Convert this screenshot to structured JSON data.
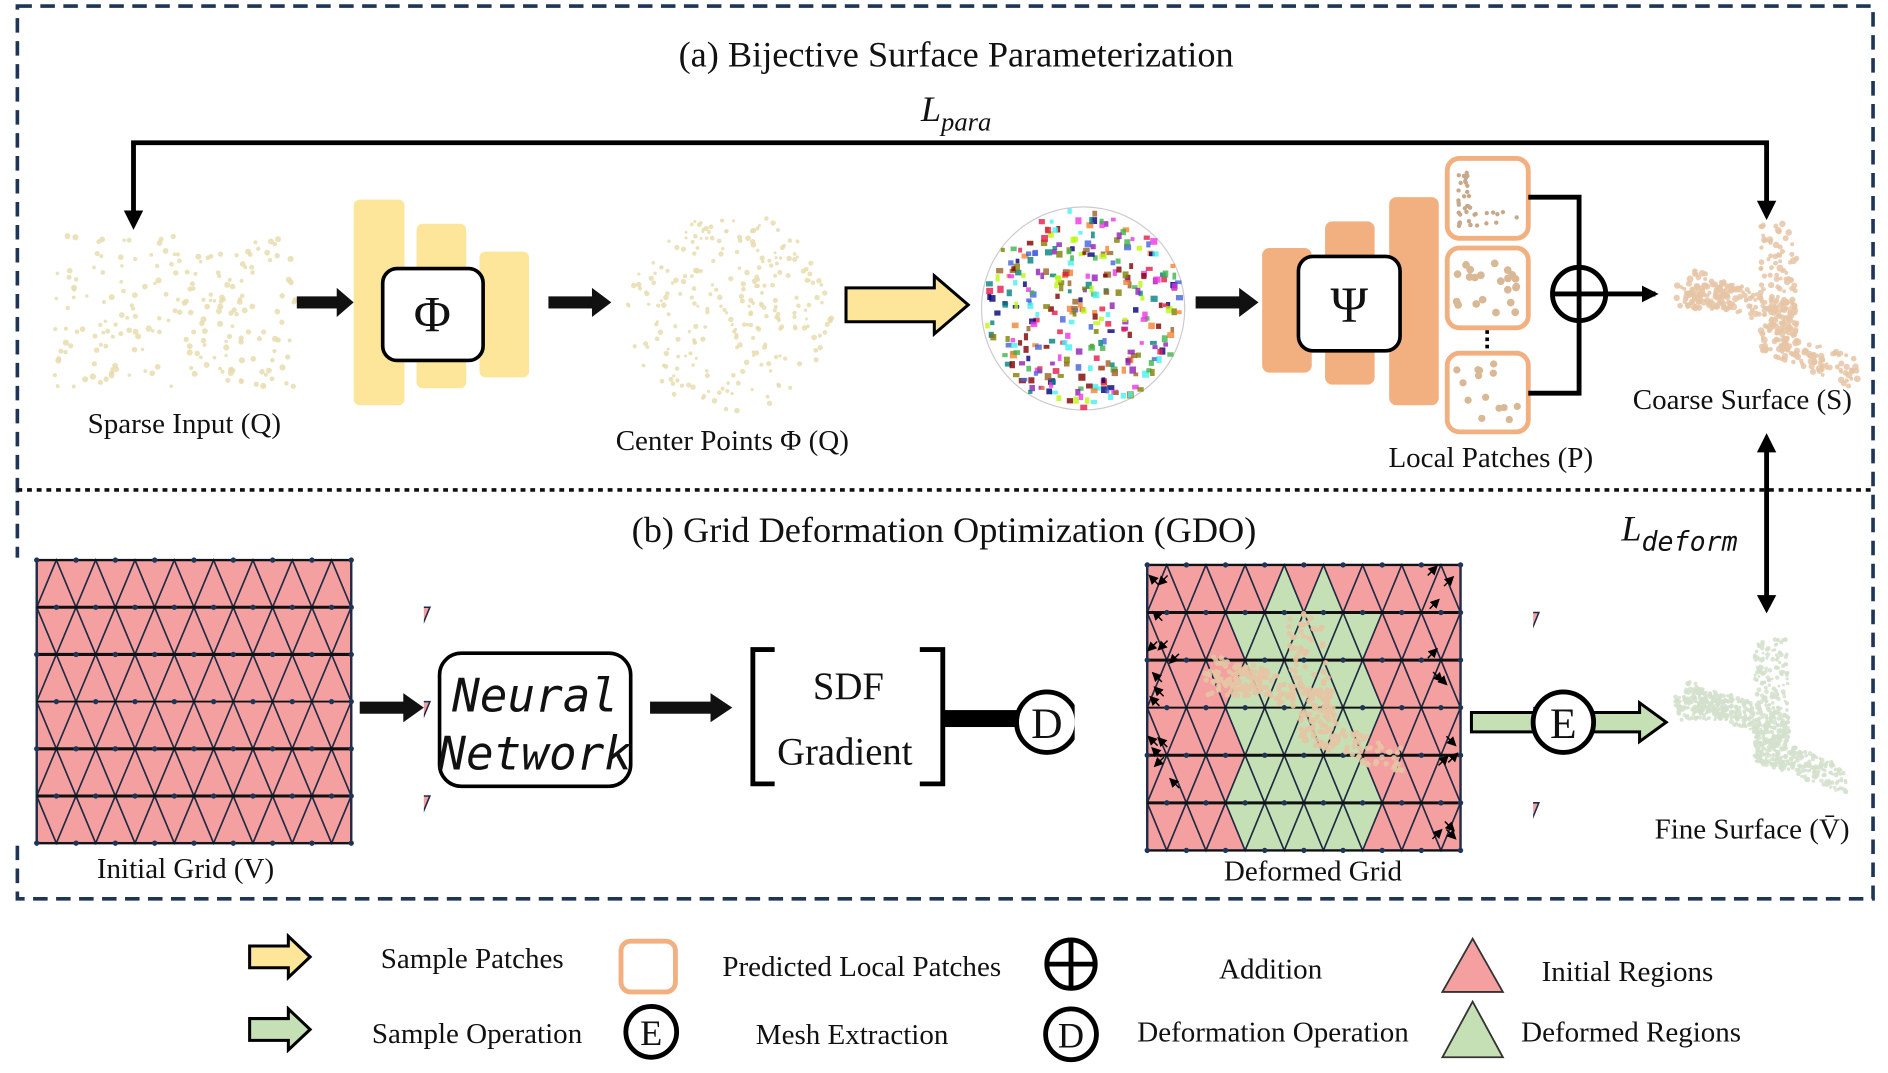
{
  "section_a": {
    "title": "(a) Bijective Surface Parameterization",
    "loss_label": "L",
    "loss_sub": "para",
    "sparse_input_label": "Sparse Input (Q)",
    "encoder_symbol": "Φ",
    "center_points_label": "Center Points Φ (Q)",
    "decoder_symbol": "Ψ",
    "local_patches_label": "Local Patches (P)",
    "coarse_surface_label": "Coarse Surface (S)"
  },
  "section_b": {
    "title": "(b) Grid Deformation Optimization  (GDO)",
    "loss_label": "L",
    "loss_sub": "deform",
    "initial_grid_label": "Initial Grid (V)",
    "network_line1": "Neural",
    "network_line2": "Network",
    "sdf_line1": "SDF",
    "sdf_line2": "Gradient",
    "deform_symbol": "D",
    "deformed_grid_label": "Deformed Grid",
    "extract_symbol": "E",
    "fine_surface_label": "Fine Surface (V̄)"
  },
  "legend": {
    "sample_patches": "Sample Patches",
    "predicted_local_patches": "Predicted Local Patches",
    "addition": "Addition",
    "initial_regions": "Initial Regions",
    "sample_operation": "Sample Operation",
    "mesh_extraction_symbol": "E",
    "mesh_extraction": "Mesh Extraction",
    "deformation_symbol": "D",
    "deformation_operation": "Deformation Operation",
    "deformed_regions": "Deformed Regions"
  },
  "colors": {
    "border": "#1f3557",
    "encoder": "#fde59a",
    "decoder": "#f2b081",
    "patch_border": "#f2b081",
    "initial_region": "#f5a0a0",
    "deformed_region": "#c5e0b4",
    "sparse_points": "#e8dcae",
    "coarse_points": "#e6c4a4",
    "fine_points": "#d4e0cc"
  }
}
